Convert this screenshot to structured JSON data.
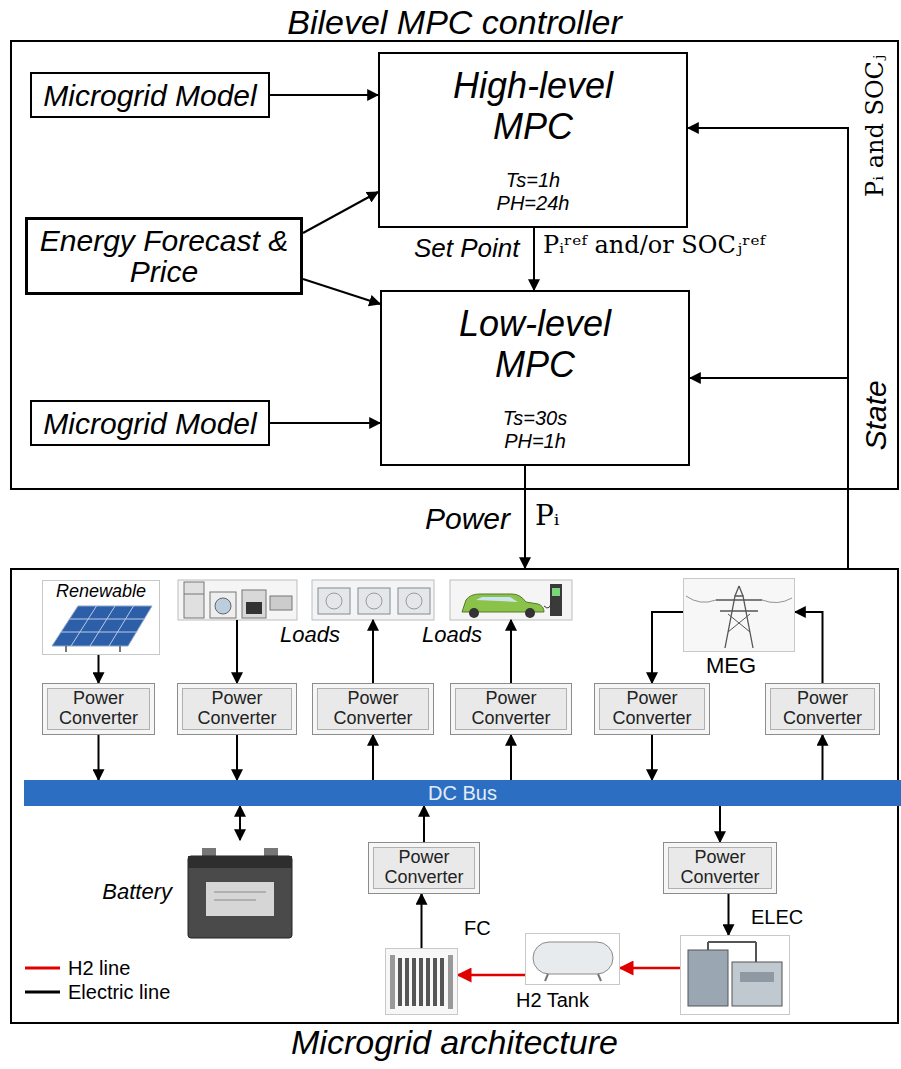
{
  "diagram": {
    "nodes": [
      {
        "text": [
          "Bilevel MPC controller"
        ]
      },
      {
        "text": [
          "Microgrid Model"
        ],
        "in": 0
      },
      {
        "text": [
          "High-level MPC",
          "Ts=1h",
          "PH=24h"
        ],
        "in": 0
      },
      {
        "text": [
          "Energy Forecast & Price"
        ],
        "in": 0
      },
      {
        "text": [
          "Low-level MPC",
          "Ts=30s",
          "PH=1h"
        ],
        "in": 0
      },
      {
        "text": [
          "Microgrid Model"
        ],
        "in": 0
      },
      {
        "text": [
          "Microgrid architecture"
        ]
      },
      {
        "text": [
          "Renewable"
        ],
        "in": 6
      },
      {
        "text": [
          "MEG"
        ],
        "in": 6
      },
      {
        "text": [
          "Power Converter"
        ],
        "in": 6
      },
      {
        "text": [
          "Power Converter"
        ],
        "in": 6
      },
      {
        "text": [
          "Power Converter"
        ],
        "in": 6
      },
      {
        "text": [
          "Power Converter"
        ],
        "in": 6
      },
      {
        "text": [
          "Power Converter"
        ],
        "in": 6
      },
      {
        "text": [
          "Power Converter"
        ],
        "in": 6
      },
      {
        "text": [
          "DC Bus"
        ],
        "in": 6
      },
      {
        "text": [
          "Battery"
        ],
        "in": 6
      },
      {
        "text": [
          "Power Converter"
        ],
        "in": 6
      },
      {
        "text": [
          "Power Converter"
        ],
        "in": 6
      },
      {
        "text": [
          "FC"
        ],
        "in": 6
      },
      {
        "text": [
          "H2 Tank"
        ],
        "in": 6
      },
      {
        "text": [
          "ELEC"
        ],
        "in": 6
      }
    ],
    "edges": [
      {
        "from": 1,
        "to": 2,
        "arrow": "to"
      },
      {
        "from": 3,
        "to": 2,
        "arrow": "to"
      },
      {
        "from": 3,
        "to": 4,
        "arrow": "to"
      },
      {
        "from": 5,
        "to": 4,
        "arrow": "to"
      },
      {
        "from": 2,
        "to": 4,
        "label": "Set Point",
        "arrow": "to"
      },
      {
        "from": 4,
        "to": 6,
        "label": "Power",
        "arrow": "to"
      },
      {
        "from": 6,
        "to": 2,
        "label": "Pᵢ and SOCⱼ",
        "arrow": "to"
      },
      {
        "from": 6,
        "to": 4,
        "label": "State",
        "arrow": "to"
      },
      {
        "from": 7,
        "to": 9,
        "arrow": "to"
      },
      {
        "from": 9,
        "to": 15,
        "arrow": "to"
      },
      {
        "from": 10,
        "to": 15,
        "arrow": "to"
      },
      {
        "from": 15,
        "to": 11,
        "arrow": "to"
      },
      {
        "from": 15,
        "to": 12,
        "arrow": "to"
      },
      {
        "from": 8,
        "to": 13,
        "arrow": "to"
      },
      {
        "from": 13,
        "to": 15,
        "arrow": "to"
      },
      {
        "from": 15,
        "to": 14,
        "arrow": "to"
      },
      {
        "from": 14,
        "to": 8,
        "arrow": "to"
      },
      {
        "from": 16,
        "to": 15,
        "arrow": "both"
      },
      {
        "from": 19,
        "to": 17,
        "arrow": "to"
      },
      {
        "from": 17,
        "to": 15,
        "arrow": "to"
      },
      {
        "from": 15,
        "to": 18,
        "arrow": "to"
      },
      {
        "from": 18,
        "to": 21,
        "arrow": "to"
      },
      {
        "from": 21,
        "to": 20,
        "arrow": "to"
      },
      {
        "from": 20,
        "to": 19,
        "arrow": "to"
      }
    ],
    "labels": [
      "Loads",
      "Loads",
      "Pᵢʳᵉᶠ and/or SOCⱼʳᵉᶠ",
      "Pᵢ"
    ],
    "legend": [
      {
        "text": "H2 line"
      },
      {
        "text": "Electric line"
      }
    ]
  }
}
